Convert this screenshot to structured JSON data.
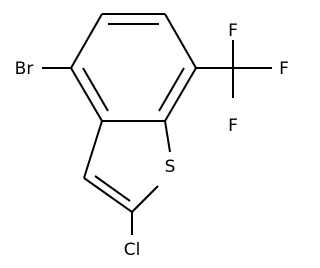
{
  "molecule": {
    "atoms": {
      "br": "Br",
      "s": "S",
      "cl": "Cl",
      "f_top": "F",
      "f_right": "F",
      "f_bottom": "F"
    }
  }
}
